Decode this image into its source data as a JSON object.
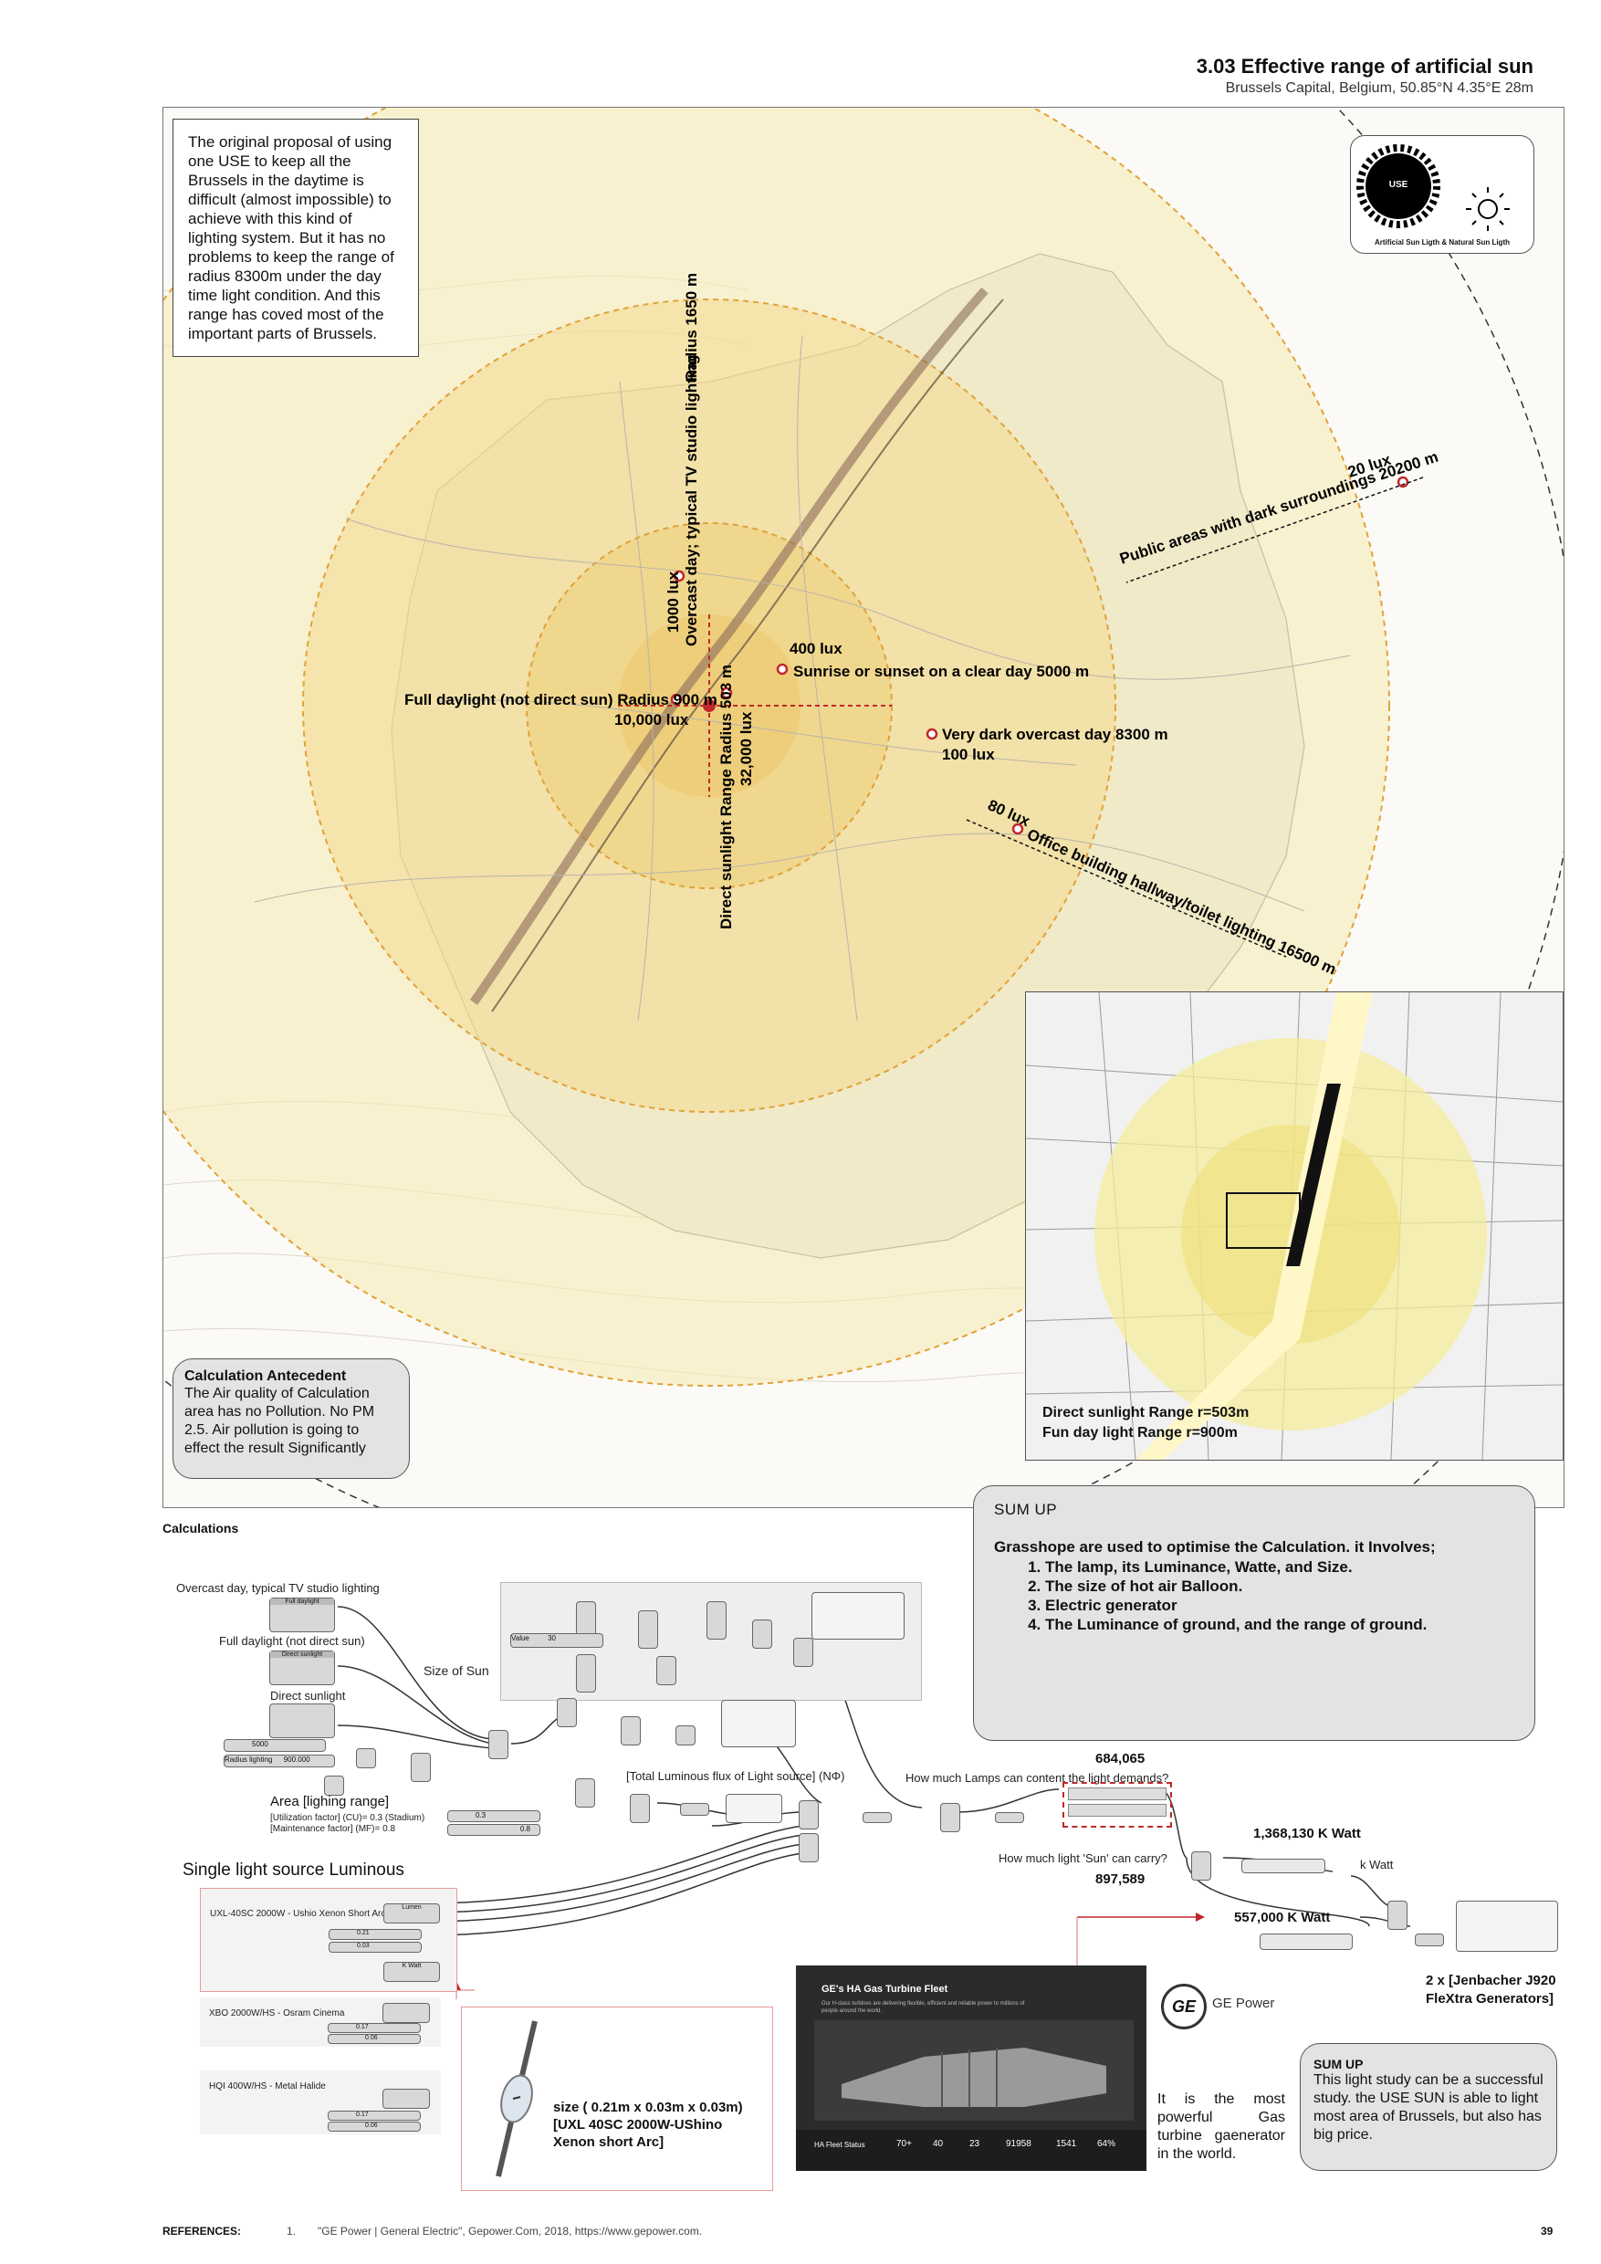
{
  "header": {
    "title": "3.03 Effective range of artificial sun",
    "subtitle": "Brussels Capital, Belgium, 50.85°N 4.35°E 28m"
  },
  "intro_text": "The original proposal of using one USE to keep all the Brussels in the daytime is difficult (almost impossible) to achieve with this kind of lighting system. But it has no problems to keep the range of radius 8300m under the day time light condition. And this range has coved most of the important parts of Brussels.",
  "legend": {
    "use_label": "USE",
    "caption": "Artificial Sun Ligth & Natural Sun Ligth"
  },
  "map_labels": {
    "radius_1650": "Radius 1650 m",
    "tv_studio": "Overcast day; typical TV studio lighting",
    "lux_1000": "1000 lux",
    "lux_400": "400 lux",
    "sunrise": "Sunrise or sunset on a clear day 5000 m",
    "full_daylight": "Full daylight (not direct sun)  Radius 900 m",
    "lux_10000": "10,000 lux",
    "direct_sunlight": "Direct sunlight Range  Radius 503 m",
    "lux_32000": "32,000 lux",
    "very_dark": "Very dark overcast day 8300 m",
    "lux_100": "100 lux",
    "lux_80": "80 lux",
    "office": "Office building hallway/toilet lighting 16500 m",
    "lux_20": "20 lux",
    "public_areas": "Public areas with dark surroundings 20200 m"
  },
  "inset": {
    "line1": "Direct sunlight Range r=503m",
    "line2": "Fun day light Range r=900m"
  },
  "antecedent": {
    "title": "Calculation Antecedent",
    "text": "The Air quality of Calculation area has no Pollution. No PM 2.5. Air pollution is going to effect the result Significantly"
  },
  "sum_up": {
    "heading": "SUM UP",
    "intro": "Grasshope are used to optimise the Calculation. it Involves;",
    "items": [
      "The lamp, its Luminance, Watte, and Size.",
      "The size of hot air Balloon.",
      "Electric generator",
      "The Luminance of ground, and the range of ground."
    ]
  },
  "calculations": {
    "heading": "Calculations",
    "overcast": "Overcast day, typical TV studio lighting",
    "node_full_daylight": "Full daylight",
    "full_daylight": "Full daylight (not direct sun)",
    "node_direct_sunlight": "Direct sunlight",
    "direct_sunlight": "Direct sunlight",
    "size_of_sun": "Size of Sun",
    "value_label": "Value",
    "value_30": "30",
    "slider_5000": "5000",
    "slider_radius": "Radius lighting",
    "slider_900": "900.000",
    "total_flux": "[Total Luminous flux of Light source] (NΦ)",
    "area": "Area [lighing range]",
    "cu": "[Utilization factor] (CU)= 0.3 (Stadium)",
    "mf": "[Maintenance factor] (MF)= 0.8",
    "cu_val": "0.3",
    "mf_val": "0.8",
    "val_684": "684,065",
    "q_lamps": "How much Lamps can content the light demands?",
    "q_sun": "How much light 'Sun' can carry?",
    "val_897": "897,589",
    "val_1368": "1,368,130 K Watt",
    "k_watt": "k Watt",
    "val_557": "557,000 K Watt",
    "generators": "2 x [Jenbacher J920 FleXtra Generators]",
    "single_source": "Single light source Luminous",
    "lamp1": "UXL-40SC 2000W - Ushio Xenon Short Arc",
    "lamp1_v1": "0.21",
    "lamp1_v2": "0.03",
    "lumen": "Lumen",
    "kwatt": "K Watt",
    "lamp2": "XBO 2000W/HS - Osram Cinema",
    "lamp2_v1": "0.17",
    "lamp2_v2": "0.06",
    "lamp3": "HQI 400W/HS - Metal Halide",
    "lamp3_v1": "0.17",
    "lamp3_v2": "0.06",
    "lamp_size": "size ( 0.21m x 0.03m x 0.03m) [UXL 40SC 2000W-UShino Xenon short Arc]"
  },
  "ge": {
    "fleet_title": "GE's HA Gas Turbine Fleet",
    "fleet_sub": "Our H-class turbines are delivering flexible, efficient and reliable power to millions of people around the world.",
    "status_label": "HA Fleet Status",
    "stats": [
      "70+",
      "40",
      "23",
      "91958",
      "1541",
      "64%"
    ],
    "logo": "GE",
    "brand": "GE Power",
    "caption": "It is the most powerful Gas turbine gaenerator in the world."
  },
  "final": {
    "title": "SUM UP",
    "text": "This light study can be a successful study. the USE SUN is able to light most area of Brussels, but also has big price."
  },
  "footer": {
    "label": "REFERENCES:",
    "num": "1.",
    "ref": "\"GE Power | General Electric\", Gepower.Com, 2018, https://www.gepower.com.",
    "page": "39"
  },
  "colors": {
    "yellow_outer": "#f6e9b0",
    "yellow_mid": "#f2d98c",
    "marker_red": "#c0282c"
  }
}
